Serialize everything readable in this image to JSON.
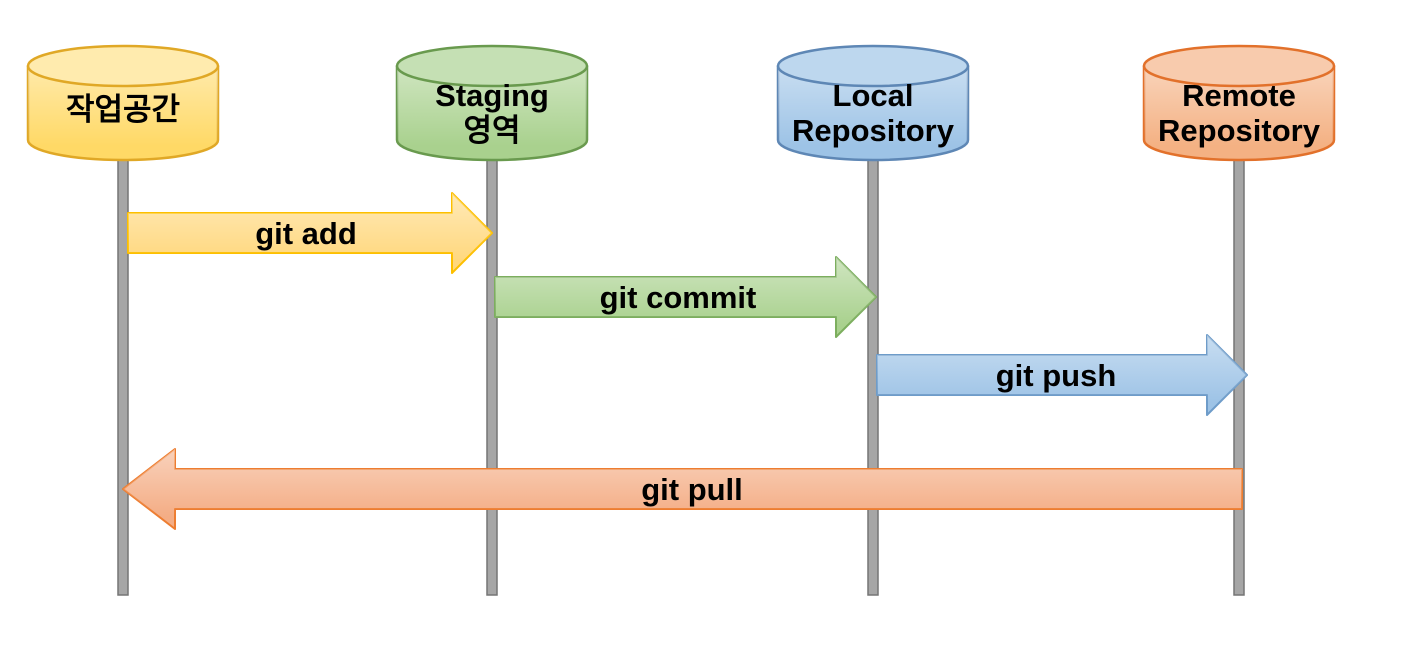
{
  "diagram": {
    "background": "#FFFFFF",
    "label_color": "#000000",
    "lifeline_fill": "#A6A6A6",
    "lifeline_border": "#757575",
    "nodes": [
      {
        "name": "workspace",
        "lines": [
          "작업공간"
        ],
        "body_fill": "#FFD966",
        "top_fill": "#FFEBAE",
        "stroke": "#E0A826"
      },
      {
        "name": "staging",
        "lines": [
          "Staging",
          "영역"
        ],
        "body_fill": "#A9D18E",
        "top_fill": "#C5E0B4",
        "stroke": "#699A4E"
      },
      {
        "name": "local-repository",
        "lines": [
          "Local",
          "Repository"
        ],
        "body_fill": "#9DC3E6",
        "top_fill": "#BDD7EE",
        "stroke": "#5E87B5"
      },
      {
        "name": "remote-repository",
        "lines": [
          "Remote",
          "Repository"
        ],
        "body_fill": "#F4B183",
        "top_fill": "#F8CBAD",
        "stroke": "#E2712B"
      }
    ],
    "arrows": [
      {
        "label": "git add",
        "from": "workspace",
        "to": "staging",
        "direction": "right",
        "fill": "#FFD87E",
        "stroke": "#FDBF00"
      },
      {
        "label": "git commit",
        "from": "staging",
        "to": "local-repository",
        "direction": "right",
        "fill": "#A9D18E",
        "stroke": "#7CAE5E"
      },
      {
        "label": "git push",
        "from": "local-repository",
        "to": "remote-repository",
        "direction": "right",
        "fill": "#9DC3E6",
        "stroke": "#6E9CC9"
      },
      {
        "label": "git pull",
        "from": "remote-repository",
        "to": "workspace",
        "direction": "left",
        "fill": "#F4AD85",
        "stroke": "#ED7D31"
      }
    ]
  }
}
